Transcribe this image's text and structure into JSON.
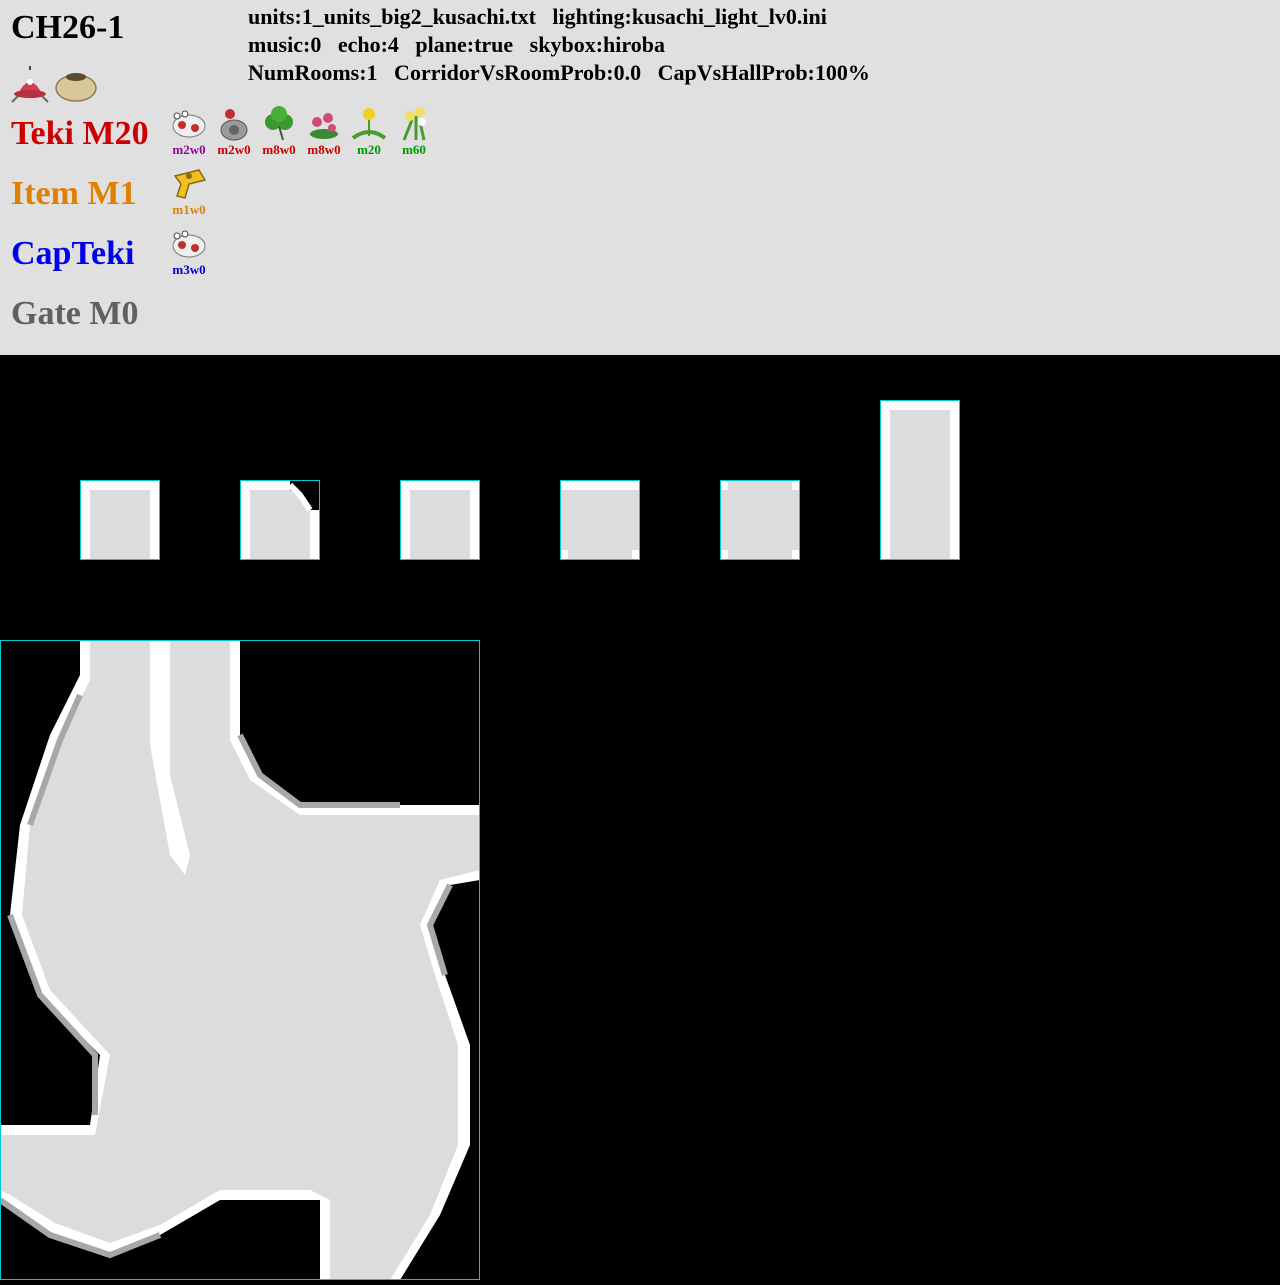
{
  "cave_id": "CH26-1",
  "info": {
    "line1": "units:1_units_big2_kusachi.txt   lighting:kusachi_light_lv0.ini",
    "line2": "music:0   echo:4   plane:true   skybox:hiroba",
    "line3": "NumRooms:1   CorridorVsRoomProb:0.0   CapVsHallProb:100%"
  },
  "top_icons": [
    "onion-ship-icon",
    "clay-pot-icon"
  ],
  "rows": {
    "teki": {
      "label": "Teki M20",
      "color": "#cc0000",
      "items": [
        {
          "icon": "dwarf-bulborb-icon",
          "weight": "m2w0",
          "color": "#990099"
        },
        {
          "icon": "shearwig-icon",
          "weight": "m2w0",
          "color": "#cc0000"
        },
        {
          "icon": "clover-icon",
          "weight": "m8w0",
          "color": "#cc0000"
        },
        {
          "icon": "pink-flower-icon",
          "weight": "m8w0",
          "color": "#cc0000"
        },
        {
          "icon": "yellow-flower-icon",
          "weight": "m20",
          "color": "#009900"
        },
        {
          "icon": "daisy-bush-icon",
          "weight": "m60",
          "color": "#009900"
        }
      ]
    },
    "item": {
      "label": "Item M1",
      "color": "#e08000",
      "items": [
        {
          "icon": "gold-treasure-icon",
          "weight": "m1w0",
          "color": "#e08000"
        }
      ]
    },
    "capteki": {
      "label": "CapTeki",
      "color": "#0000ee",
      "items": [
        {
          "icon": "dwarf-bulborb-icon",
          "weight": "m3w0",
          "color": "#0000cc"
        }
      ]
    },
    "gate": {
      "label": "Gate M0",
      "color": "#606060",
      "items": []
    }
  },
  "map": {
    "floor_color": "#dcdcdc",
    "wall_color": "#ffffff",
    "outline_color": "#00cccc",
    "units": [
      "corridor-unit-1",
      "corridor-unit-2",
      "corridor-unit-3",
      "corridor-unit-4",
      "corridor-unit-5",
      "corridor-unit-6",
      "big-room-unit"
    ]
  }
}
